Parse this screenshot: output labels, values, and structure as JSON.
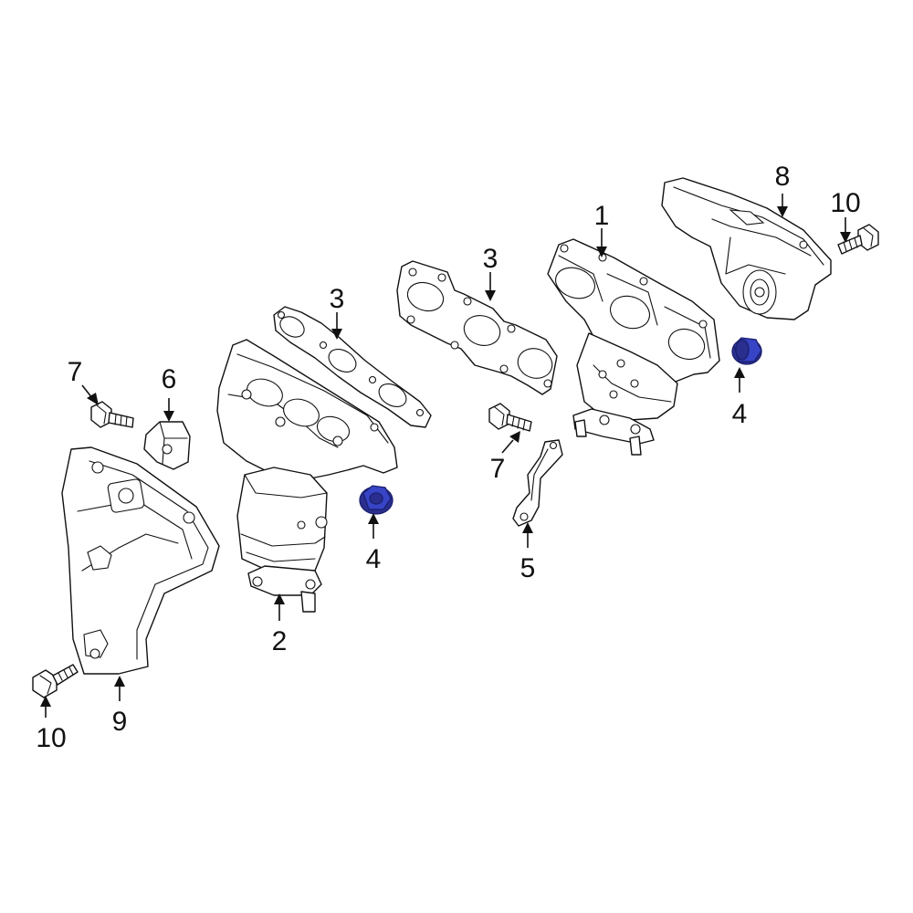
{
  "diagram": {
    "highlight_color": "#3744c6",
    "highlight_color_dark": "#2a2f8f",
    "line_color": "#111111",
    "callouts": [
      {
        "id": "c1",
        "label": "1"
      },
      {
        "id": "c2",
        "label": "2"
      },
      {
        "id": "c3a",
        "label": "3"
      },
      {
        "id": "c3b",
        "label": "3"
      },
      {
        "id": "c4a",
        "label": "4"
      },
      {
        "id": "c4b",
        "label": "4"
      },
      {
        "id": "c5",
        "label": "5"
      },
      {
        "id": "c6",
        "label": "6"
      },
      {
        "id": "c7a",
        "label": "7"
      },
      {
        "id": "c7b",
        "label": "7"
      },
      {
        "id": "c8",
        "label": "8"
      },
      {
        "id": "c9",
        "label": "9"
      },
      {
        "id": "c10a",
        "label": "10"
      },
      {
        "id": "c10b",
        "label": "10"
      }
    ]
  }
}
